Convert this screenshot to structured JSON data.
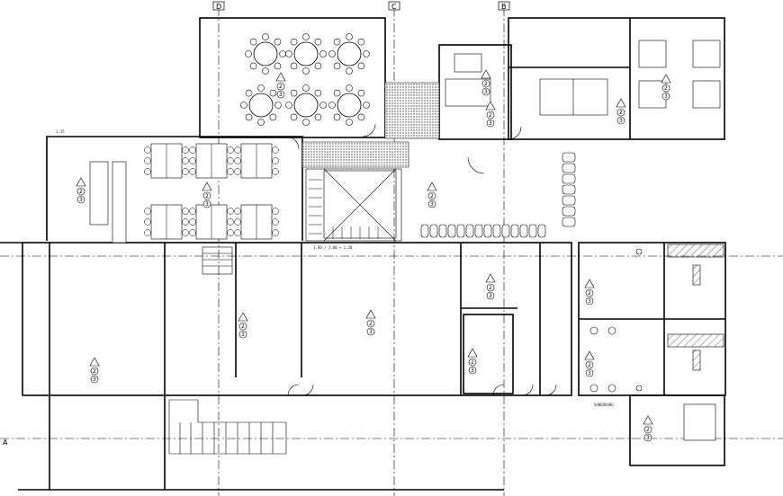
{
  "axes": {
    "d": "D",
    "c": "C",
    "b": "B",
    "a": "A"
  },
  "tags": {
    "two": "2",
    "three": "3"
  },
  "floor_labels": {
    "sobrado": "SOBEDOURO"
  },
  "dims": {
    "top_left": "1.15",
    "stair_bottom": "1.60 / 1.80 + 1.20"
  }
}
